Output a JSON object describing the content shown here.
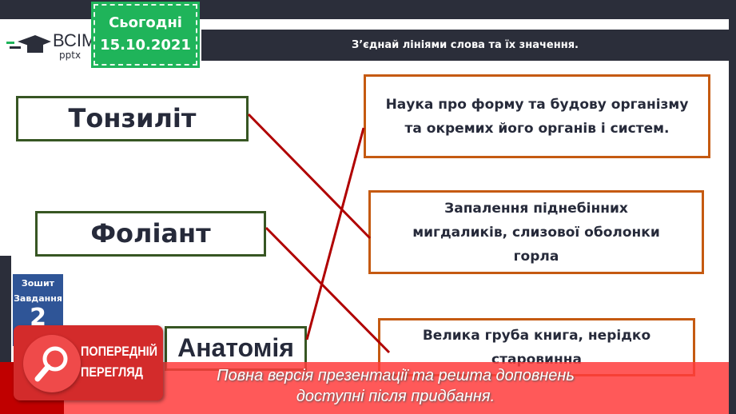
{
  "logo": {
    "line1": "ВСІМ",
    "line2": "pptx"
  },
  "date": {
    "label": "Сьогодні",
    "value": "15.10.2021"
  },
  "title": "З’єднай лініями слова та їх значення.",
  "words": [
    "Тонзиліт",
    "Фоліант",
    "Анатомія"
  ],
  "definitions": [
    "Наука про форму та будову організму та окремих його органів і систем.",
    "Запалення піднебінних мигдаликів, слизової оболонки горла",
    "Велика груба книга, нерідко старовинна"
  ],
  "notebook": {
    "line1": "Зошит",
    "line2": "Завдання",
    "number": "2"
  },
  "preview": {
    "line1": "ПОПЕРЕДНІЙ",
    "line2": "ПЕРЕГЛЯД"
  },
  "banner": {
    "line1": "Повна версія презентації та решта доповнень",
    "line2": "доступні після придбання."
  },
  "colors": {
    "accent": "#1fb45a",
    "line": "#b00000",
    "def_border": "#c55a11",
    "word_border": "#375623"
  }
}
